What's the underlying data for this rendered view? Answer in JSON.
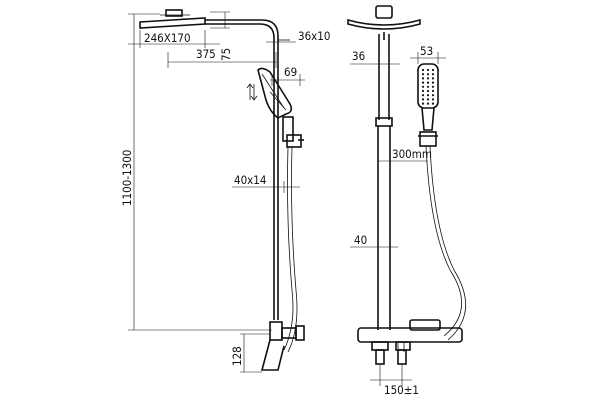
{
  "drawing": {
    "side_view": {
      "dim_head_size": "246X170",
      "dim_head_thickness": "75",
      "dim_arm_fitting": "36x10",
      "dim_arm_reach": "375",
      "dim_handshower_offset": "69",
      "dim_height_range": "1100-1300",
      "dim_slide_bar": "40x14",
      "dim_outlet_height": "128"
    },
    "front_view": {
      "dim_pipe_upper": "36",
      "dim_handshower_width": "53",
      "dim_adjust_range": "300mm",
      "dim_pipe_lower": "40",
      "dim_wall_centers": "150±1"
    }
  }
}
